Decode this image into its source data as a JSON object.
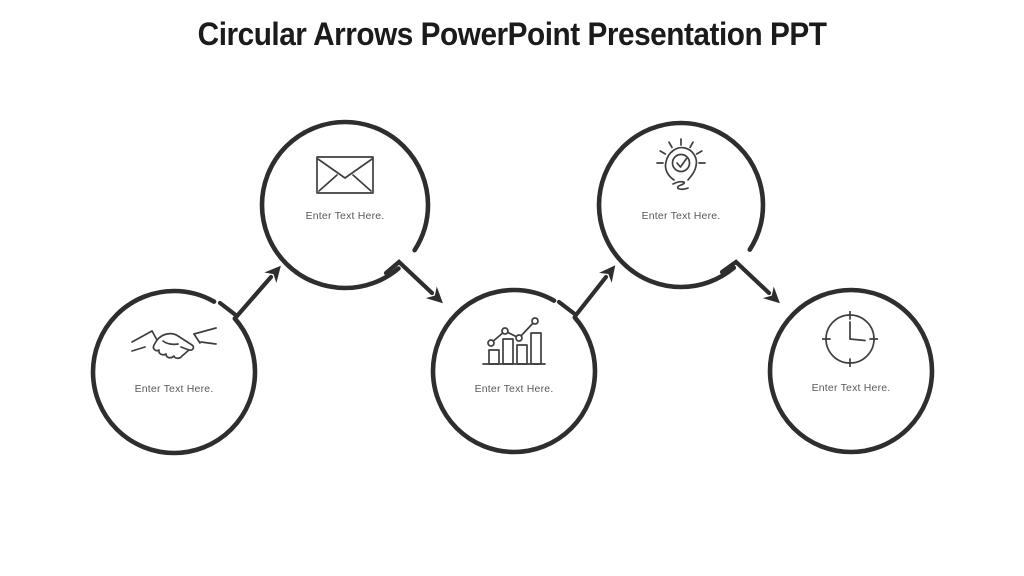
{
  "slide": {
    "title": "Circular Arrows PowerPoint Presentation PPT",
    "colors": {
      "stroke": "#2e2e2e",
      "icon_stroke": "#3f3f3f",
      "label_text": "#595959",
      "title_text": "#1b1b1b",
      "background": "#ffffff"
    },
    "steps": [
      {
        "id": 1,
        "icon": "handshake-icon",
        "label": "Enter Text Here.",
        "position": "bottom-row"
      },
      {
        "id": 2,
        "icon": "envelope-icon",
        "label": "Enter Text Here.",
        "position": "top-row"
      },
      {
        "id": 3,
        "icon": "bar-chart-icon",
        "label": "Enter Text Here.",
        "position": "bottom-row"
      },
      {
        "id": 4,
        "icon": "lightbulb-check-icon",
        "label": "Enter Text Here.",
        "position": "top-row"
      },
      {
        "id": 5,
        "icon": "clock-icon",
        "label": "Enter Text Here.",
        "position": "bottom-row"
      }
    ],
    "connectors": [
      {
        "from": 1,
        "to": 2,
        "direction": "up-right"
      },
      {
        "from": 2,
        "to": 3,
        "direction": "down-right"
      },
      {
        "from": 3,
        "to": 4,
        "direction": "up-right"
      },
      {
        "from": 4,
        "to": 5,
        "direction": "down-right"
      }
    ]
  }
}
